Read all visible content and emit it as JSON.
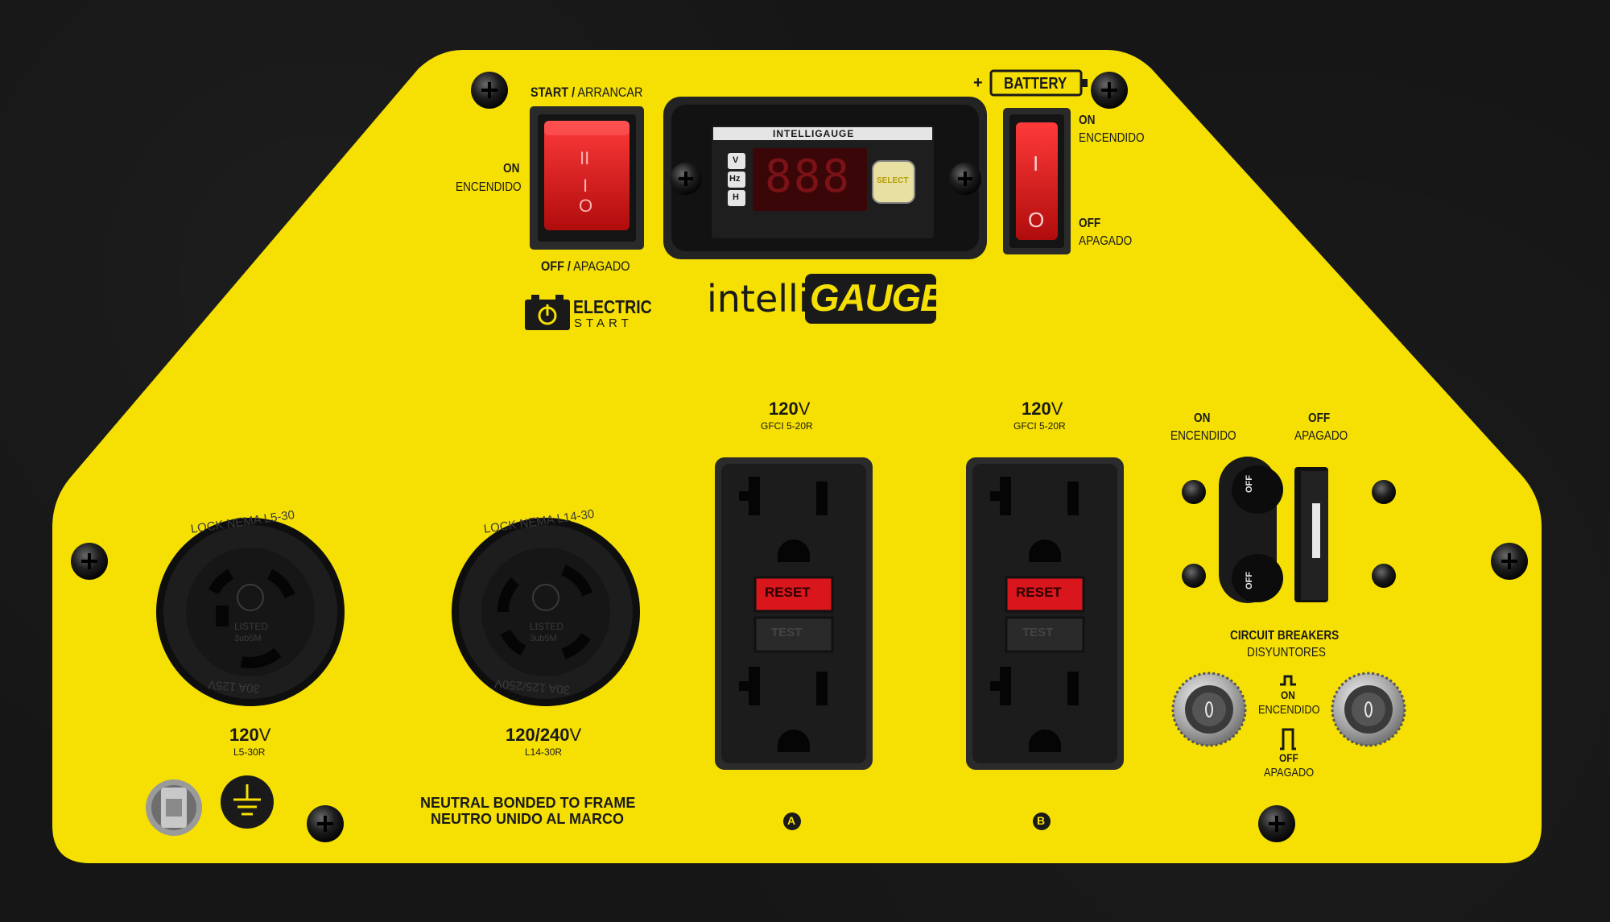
{
  "start_switch": {
    "title_bold": "START /",
    "title_rest": " ARRANCAR",
    "on_label": "ON",
    "on_label_es": "ENCENDIDO",
    "off_bold": "OFF /",
    "off_rest": " APAGADO",
    "switch_marks": [
      "II",
      "I",
      "O"
    ]
  },
  "electric_start": {
    "line1": "ELECTRIC",
    "line2": "START"
  },
  "intelligauge": {
    "header": "INTELLIGAUGE",
    "modes": [
      "V",
      "Hz",
      "H"
    ],
    "display_value": "888",
    "select_label": "SELECT",
    "logo_light": "intelli",
    "logo_bold": "GAUGE"
  },
  "battery": {
    "label": "BATTERY",
    "polarity": "+",
    "on_label": "ON",
    "on_label_es": "ENCENDIDO",
    "off_label": "OFF",
    "off_label_es": "APAGADO",
    "switch_marks": [
      "I",
      "O"
    ]
  },
  "outlets": [
    {
      "voltage": "120",
      "unit": "V",
      "type": "L5-30R",
      "ring_text": "LOCK NEMA L5-30",
      "bottom_text": "30A 125V",
      "listed": "LISTED",
      "listed_code": "3ub5M"
    },
    {
      "voltage": "120/240",
      "unit": "V",
      "type": "L14-30R",
      "ring_text": "LOCK NEMA L14-30",
      "bottom_text": "30A 125/250V",
      "listed": "LISTED",
      "listed_code": "3ub5M"
    }
  ],
  "gfci": [
    {
      "voltage": "120",
      "unit": "V",
      "type": "GFCI 5-20R",
      "letter": "A",
      "reset": "RESET",
      "test": "TEST"
    },
    {
      "voltage": "120",
      "unit": "V",
      "type": "GFCI 5-20R",
      "letter": "B",
      "reset": "RESET",
      "test": "TEST"
    }
  ],
  "breakers": {
    "on_label": "ON",
    "on_label_es": "ENCENDIDO",
    "off_label": "OFF",
    "off_label_es": "APAGADO",
    "title": "CIRCUIT BREAKERS",
    "title_es": "DISYUNTORES",
    "toggle_label": "OFF"
  },
  "push_breakers": {
    "on_label": "ON",
    "on_label_es": "ENCENDIDO",
    "off_label": "OFF",
    "off_label_es": "APAGADO"
  },
  "ground": {
    "note_line1": "NEUTRAL BONDED TO FRAME",
    "note_line2": "NEUTRO UNIDO AL MARCO"
  },
  "colors": {
    "panel": "#F6E003",
    "red": "#D41414",
    "black": "#1a1a1a"
  }
}
